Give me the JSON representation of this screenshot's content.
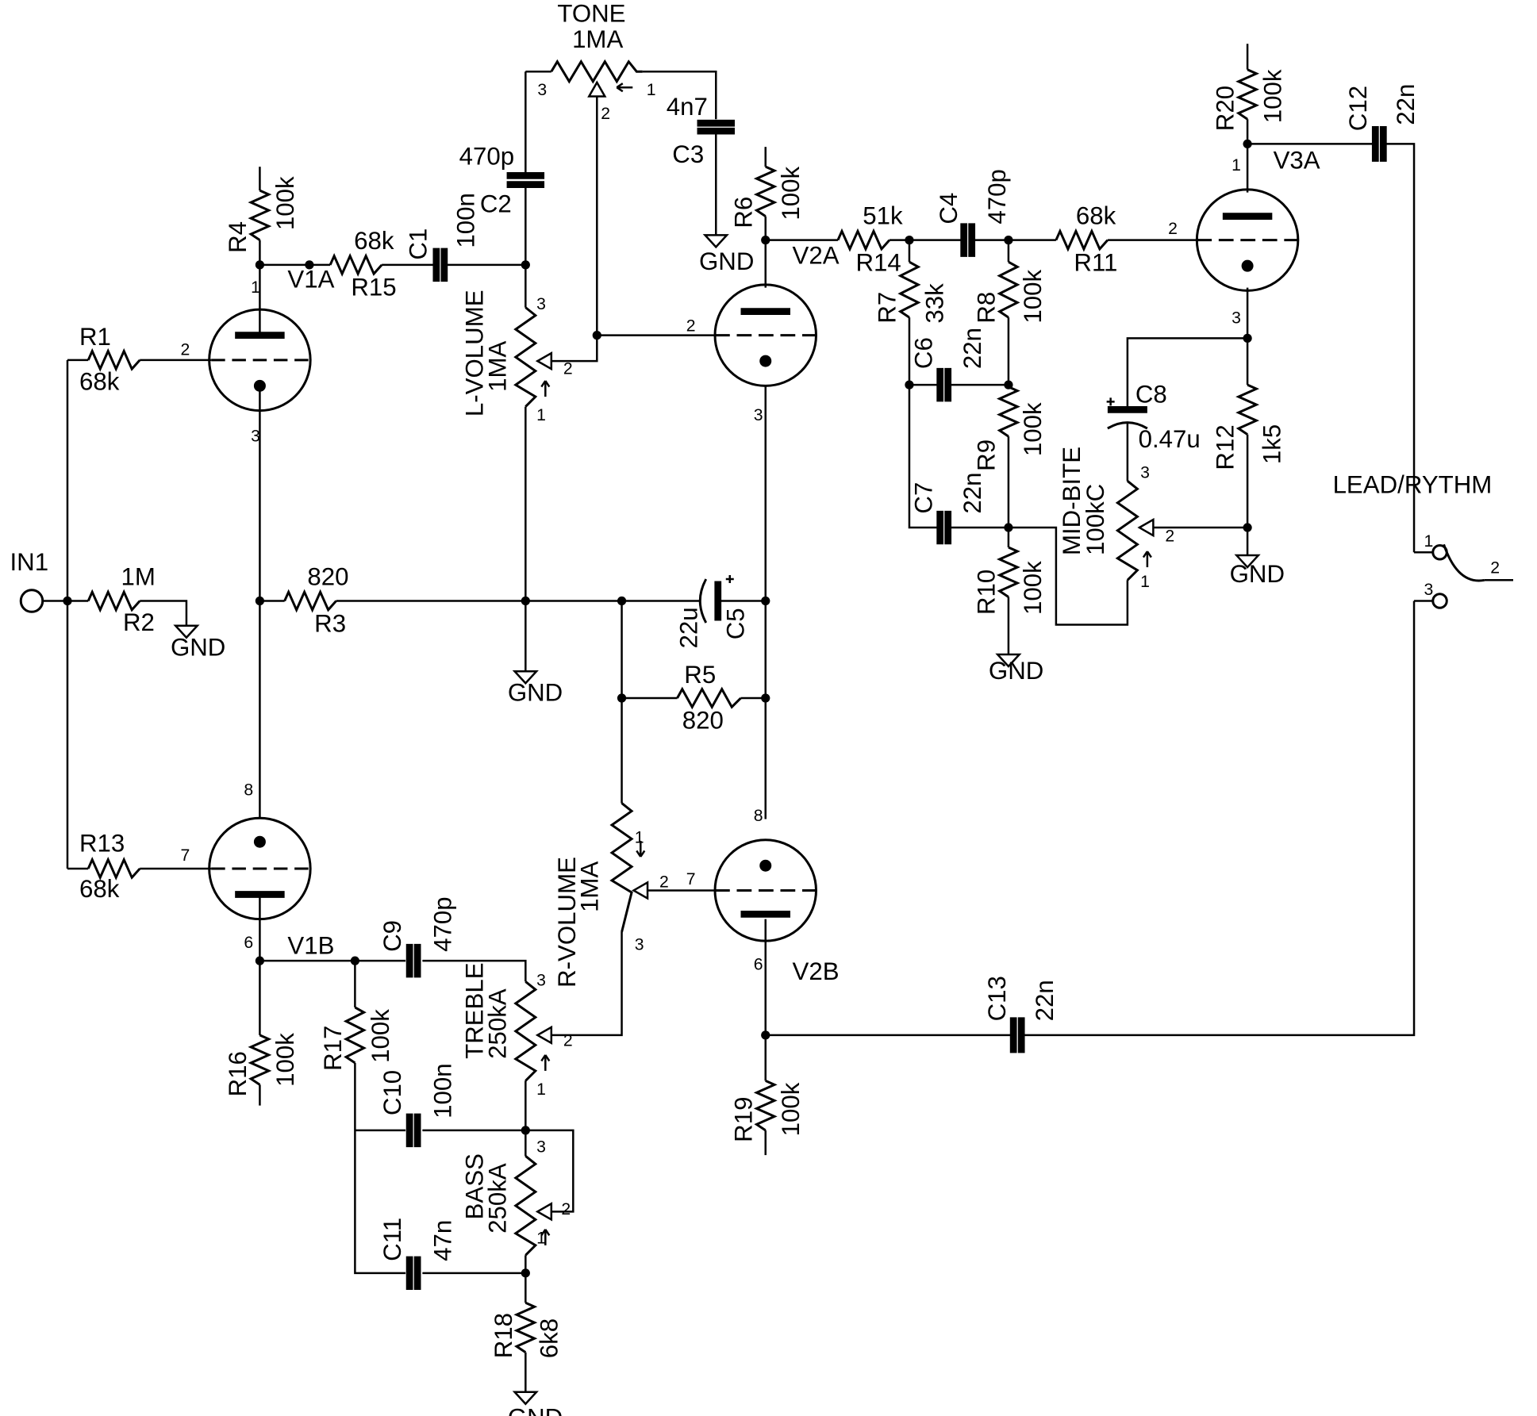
{
  "components": {
    "R1": {
      "ref": "R1",
      "value": "68k"
    },
    "R2": {
      "ref": "R2",
      "value": "1M"
    },
    "R3": {
      "ref": "R3",
      "value": "820"
    },
    "R4": {
      "ref": "R4",
      "value": "100k"
    },
    "R5": {
      "ref": "R5",
      "value": "820"
    },
    "R6": {
      "ref": "R6",
      "value": "100k"
    },
    "R7": {
      "ref": "R7",
      "value": "33k"
    },
    "R8": {
      "ref": "R8",
      "value": "100k"
    },
    "R9": {
      "ref": "R9",
      "value": "100k"
    },
    "R10": {
      "ref": "R10",
      "value": "100k"
    },
    "R11": {
      "ref": "R11",
      "value": "68k"
    },
    "R12": {
      "ref": "R12",
      "value": "1k5"
    },
    "R13": {
      "ref": "R13",
      "value": "68k"
    },
    "R14": {
      "ref": "R14",
      "value": "51k"
    },
    "R15": {
      "ref": "R15",
      "value": "68k"
    },
    "R16": {
      "ref": "R16",
      "value": "100k"
    },
    "R17": {
      "ref": "R17",
      "value": "100k"
    },
    "R18": {
      "ref": "R18",
      "value": "6k8"
    },
    "R19": {
      "ref": "R19",
      "value": "100k"
    },
    "R20": {
      "ref": "R20",
      "value": "100k"
    },
    "C1": {
      "ref": "C1",
      "value": "100n"
    },
    "C2": {
      "ref": "C2",
      "value": "470p"
    },
    "C3": {
      "ref": "C3",
      "value": "4n7"
    },
    "C4": {
      "ref": "C4",
      "value": "470p"
    },
    "C5": {
      "ref": "C5",
      "value": "22u"
    },
    "C6": {
      "ref": "C6",
      "value": "22n"
    },
    "C7": {
      "ref": "C7",
      "value": "22n"
    },
    "C8": {
      "ref": "C8",
      "value": "0.47u"
    },
    "C9": {
      "ref": "C9",
      "value": "470p"
    },
    "C10": {
      "ref": "C10",
      "value": "100n"
    },
    "C11": {
      "ref": "C11",
      "value": "47n"
    },
    "C12": {
      "ref": "C12",
      "value": "22n"
    },
    "C13": {
      "ref": "C13",
      "value": "22n"
    },
    "TONE": {
      "ref": "TONE",
      "value": "1MA"
    },
    "LVOLUME": {
      "ref": "L-VOLUME",
      "value": "1MA"
    },
    "RVOLUME": {
      "ref": "R-VOLUME",
      "value": "1MA"
    },
    "TREBLE": {
      "ref": "TREBLE",
      "value": "250kA"
    },
    "BASS": {
      "ref": "BASS",
      "value": "250kA"
    },
    "MIDBITE": {
      "ref": "MID-BITE",
      "value": "100kC"
    }
  },
  "tubes": {
    "V1A": "V1A",
    "V1B": "V1B",
    "V2A": "V2A",
    "V2B": "V2B",
    "V3A": "V3A"
  },
  "input_label": "IN1",
  "switch_label": "LEAD/RYTHM",
  "gnd_label": "GND",
  "cap_polarity": "+",
  "pins": {
    "p1": "1",
    "p2": "2",
    "p3": "3",
    "p6": "6",
    "p7": "7",
    "p8": "8"
  }
}
